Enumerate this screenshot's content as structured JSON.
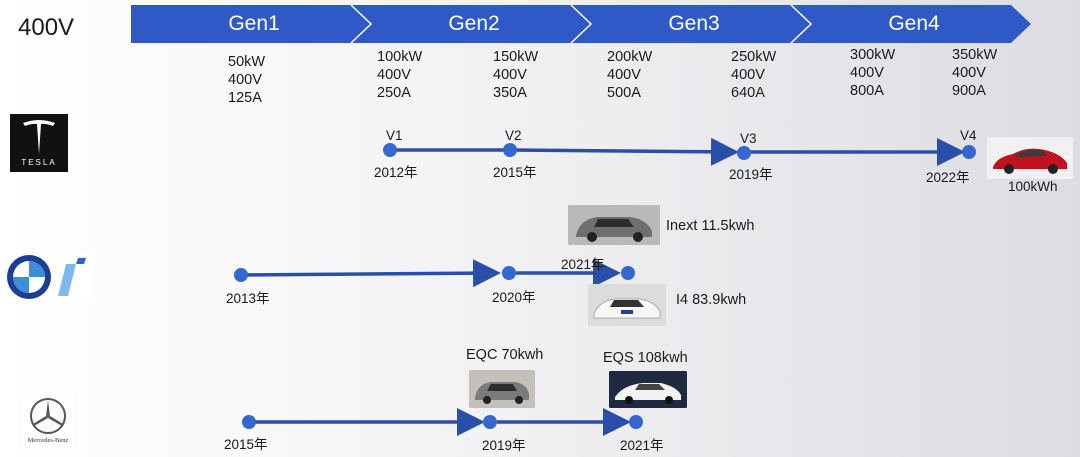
{
  "voltage": "400V",
  "generations": [
    {
      "label": "Gen1"
    },
    {
      "label": "Gen2"
    },
    {
      "label": "Gen3"
    },
    {
      "label": "Gen4"
    }
  ],
  "specs": [
    {
      "power": "50kW",
      "voltage": "400V",
      "current": "125A"
    },
    {
      "power": "100kW",
      "voltage": "400V",
      "current": "250A"
    },
    {
      "power": "150kW",
      "voltage": "400V",
      "current": "350A"
    },
    {
      "power": "200kW",
      "voltage": "400V",
      "current": "500A"
    },
    {
      "power": "250kW",
      "voltage": "400V",
      "current": "640A"
    },
    {
      "power": "300kW",
      "voltage": "400V",
      "current": "800A"
    },
    {
      "power": "350kW",
      "voltage": "400V",
      "current": "900A"
    }
  ],
  "tesla": {
    "logo_text": "TESLA",
    "versions": [
      "V1",
      "V2",
      "V3",
      "V4"
    ],
    "years": [
      "2012年",
      "2015年",
      "2019年",
      "2022年"
    ],
    "car_label": "100kWh"
  },
  "bmw": {
    "years": [
      "2013年",
      "2020年",
      "2021年"
    ],
    "car_inext": "Inext 11.5kwh",
    "car_i4": "I4 83.9kwh"
  },
  "mercedes": {
    "logo_text": "Mercedes-Benz",
    "years": [
      "2015年",
      "2019年",
      "2021年"
    ],
    "car_eqc": "EQC 70kwh",
    "car_eqs": "EQS 108kwh"
  },
  "colors": {
    "arrow": "#2e59c6",
    "timeline": "#2a4fa8",
    "dot": "#3467cf"
  }
}
